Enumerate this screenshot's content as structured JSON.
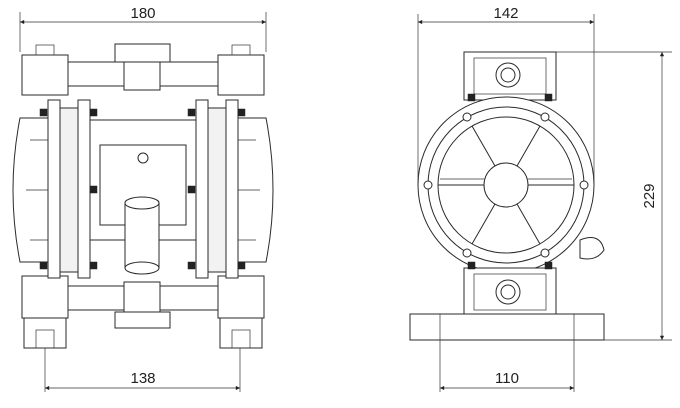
{
  "dimensions": {
    "front_width": "180",
    "front_base_width": "138",
    "side_width": "142",
    "side_base_width": "110",
    "side_height": "229"
  },
  "colors": {
    "line": "#2a2a2a",
    "background": "#ffffff"
  }
}
